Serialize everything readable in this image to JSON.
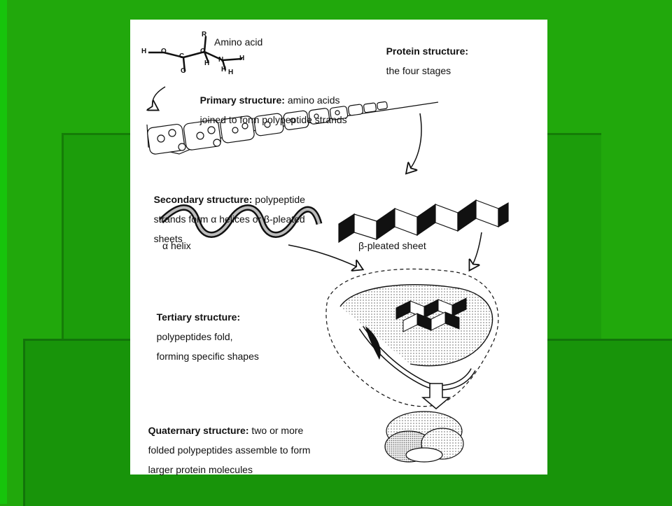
{
  "colors": {
    "slide_background": "#21a80c",
    "figure_background": "#ffffff",
    "ink": "#111111"
  },
  "figure": {
    "header_title_line1": "Protein structure:",
    "header_title_line2": "the four stages",
    "amino_acid_label": "Amino acid",
    "amino_atoms": [
      "H",
      "O",
      "C",
      "O",
      "C",
      "H",
      "R",
      "H",
      "N",
      "H",
      "H"
    ],
    "primary": {
      "heading": "Primary structure:",
      "line1_rest": " amino acids",
      "line2": "joined to form polypeptide strands"
    },
    "secondary": {
      "heading": "Secondary structure:",
      "line1_rest": " polypeptide",
      "line2": "strands form α helices or β-pleated",
      "line3": "sheets",
      "helix_label": "α helix",
      "sheet_label": "β-pleated sheet"
    },
    "tertiary": {
      "heading": "Tertiary structure:",
      "line2": "polypeptides fold,",
      "line3": "forming specific shapes"
    },
    "quaternary": {
      "heading": "Quaternary structure:",
      "line1_rest": " two or more",
      "line2": "folded polypeptides assemble to form",
      "line3": "larger protein molecules"
    }
  }
}
